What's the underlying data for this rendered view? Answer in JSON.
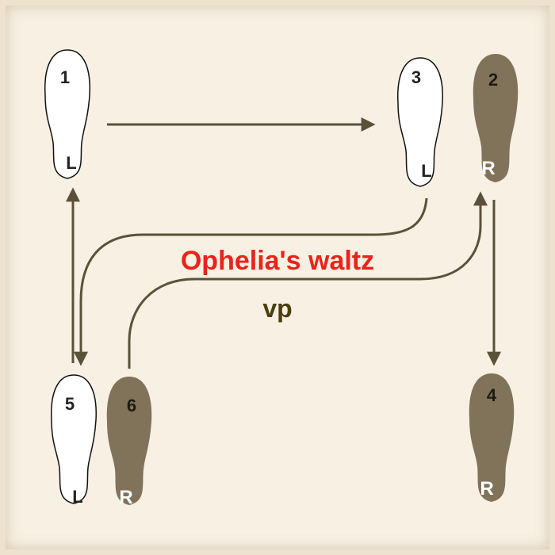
{
  "title": "Ophelia's waltz",
  "author": "vp",
  "colors": {
    "background": "#f7f0e3",
    "light_foot_fill": "#ffffff",
    "light_foot_stroke": "#111111",
    "dark_foot_fill": "#80735a",
    "arrow": "#5b5139",
    "title": "#e8241a",
    "author": "#4d3e10"
  },
  "steps": [
    {
      "number": "1",
      "foot": "L"
    },
    {
      "number": "2",
      "foot": "R"
    },
    {
      "number": "3",
      "foot": "L"
    },
    {
      "number": "4",
      "foot": "R"
    },
    {
      "number": "5",
      "foot": "L"
    },
    {
      "number": "6",
      "foot": "R"
    }
  ]
}
